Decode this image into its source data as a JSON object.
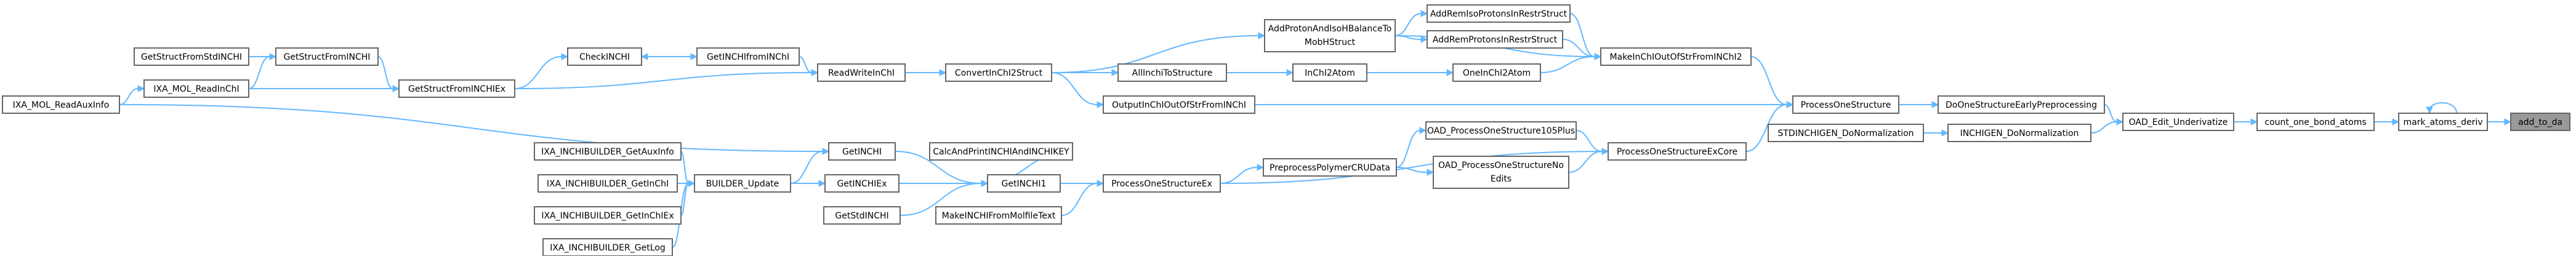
{
  "graph": {
    "nodes": [
      {
        "id": "add_to_da",
        "label": "add_to_da",
        "current": true
      },
      {
        "id": "mark_atoms_deriv",
        "label": "mark_atoms_deriv"
      },
      {
        "id": "count_one_bond_atoms",
        "label": "count_one_bond_atoms"
      },
      {
        "id": "OAD_Edit_Underivatize",
        "label": "OAD_Edit_Underivatize"
      },
      {
        "id": "DoOneStructureEarlyPreprocessing",
        "label": "DoOneStructureEarlyPreprocessing"
      },
      {
        "id": "INCHIGEN_DoNormalization",
        "label": "INCHIGEN_DoNormalization"
      },
      {
        "id": "STDINCHIGEN_DoNormalization",
        "label": "STDINCHIGEN_DoNormalization"
      },
      {
        "id": "ProcessOneStructure",
        "label": "ProcessOneStructure"
      },
      {
        "id": "ProcessOneStructureExCore",
        "label": "ProcessOneStructureExCore"
      },
      {
        "id": "MakeInChIOutOfStrFromINChI2",
        "label": "MakeInChIOutOfStrFromINChI2"
      },
      {
        "id": "OutputInChIOutOfStrFromINChI",
        "label": "OutputInChIOutOfStrFromINChI"
      },
      {
        "id": "AddRemIsoProtonsInRestrStruct",
        "label": "AddRemIsoProtonsInRestrStruct"
      },
      {
        "id": "AddRemProtonsInRestrStruct",
        "label": "AddRemProtonsInRestrStruct"
      },
      {
        "id": "OneInChI2Atom",
        "label": "OneInChI2Atom"
      },
      {
        "id": "AddProtonAndIsoHBalanceToMobHStruct",
        "label": "AddProtonAndIsoHBalanceTo MobHStruct"
      },
      {
        "id": "InChI2Atom",
        "label": "InChI2Atom"
      },
      {
        "id": "AllInchiToStructure",
        "label": "AllInchiToStructure"
      },
      {
        "id": "ConvertInChI2Struct",
        "label": "ConvertInChI2Struct"
      },
      {
        "id": "ReadWriteInChI",
        "label": "ReadWriteInChI"
      },
      {
        "id": "GetINCHIfromINChI",
        "label": "GetINCHIfromINChI"
      },
      {
        "id": "CheckINCHI",
        "label": "CheckINCHI"
      },
      {
        "id": "GetStructFromINCHIEx",
        "label": "GetStructFromINCHIEx"
      },
      {
        "id": "GetStructFromINCHI",
        "label": "GetStructFromINCHI"
      },
      {
        "id": "GetStructFromStdINCHI",
        "label": "GetStructFromStdINCHI"
      },
      {
        "id": "IXA_MOL_ReadInChI",
        "label": "IXA_MOL_ReadInChI"
      },
      {
        "id": "IXA_MOL_ReadAuxInfo",
        "label": "IXA_MOL_ReadAuxInfo"
      },
      {
        "id": "OAD_ProcessOneStructure105Plus",
        "label": "OAD_ProcessOneStructure105Plus"
      },
      {
        "id": "OAD_ProcessOneStructureNoEdits",
        "label": "OAD_ProcessOneStructureNo Edits"
      },
      {
        "id": "PreprocessPolymerCRUData",
        "label": "PreprocessPolymerCRUData"
      },
      {
        "id": "ProcessOneStructureEx",
        "label": "ProcessOneStructureEx"
      },
      {
        "id": "GetINCHI1",
        "label": "GetINCHI1"
      },
      {
        "id": "MakeINCHIFromMolfileText",
        "label": "MakeINCHIFromMolfileText"
      },
      {
        "id": "CalcAndPrintINCHIAndINCHIKEY",
        "label": "CalcAndPrintINCHIAndINCHIKEY"
      },
      {
        "id": "GetINCHI",
        "label": "GetINCHI"
      },
      {
        "id": "GetINCHIEx",
        "label": "GetINCHIEx"
      },
      {
        "id": "GetStdINCHI",
        "label": "GetStdINCHI"
      },
      {
        "id": "BUILDER_Update",
        "label": "BUILDER_Update"
      },
      {
        "id": "IXA_INCHIBUILDER_GetAuxInfo",
        "label": "IXA_INCHIBUILDER_GetAuxInfo"
      },
      {
        "id": "IXA_INCHIBUILDER_GetInChI",
        "label": "IXA_INCHIBUILDER_GetInChI"
      },
      {
        "id": "IXA_INCHIBUILDER_GetInChIEx",
        "label": "IXA_INCHIBUILDER_GetInChIEx"
      },
      {
        "id": "IXA_INCHIBUILDER_GetLog",
        "label": "IXA_INCHIBUILDER_GetLog"
      }
    ],
    "edges": [
      [
        "mark_atoms_deriv",
        "add_to_da"
      ],
      [
        "mark_atoms_deriv",
        "mark_atoms_deriv"
      ],
      [
        "count_one_bond_atoms",
        "mark_atoms_deriv"
      ],
      [
        "OAD_Edit_Underivatize",
        "count_one_bond_atoms"
      ],
      [
        "DoOneStructureEarlyPreprocessing",
        "OAD_Edit_Underivatize"
      ],
      [
        "INCHIGEN_DoNormalization",
        "OAD_Edit_Underivatize"
      ],
      [
        "STDINCHIGEN_DoNormalization",
        "INCHIGEN_DoNormalization"
      ],
      [
        "ProcessOneStructure",
        "DoOneStructureEarlyPreprocessing"
      ],
      [
        "ProcessOneStructureExCore",
        "ProcessOneStructure"
      ],
      [
        "MakeInChIOutOfStrFromINChI2",
        "ProcessOneStructure"
      ],
      [
        "OutputInChIOutOfStrFromINChI",
        "ProcessOneStructure"
      ],
      [
        "AddRemIsoProtonsInRestrStruct",
        "MakeInChIOutOfStrFromINChI2"
      ],
      [
        "AddRemProtonsInRestrStruct",
        "MakeInChIOutOfStrFromINChI2"
      ],
      [
        "OneInChI2Atom",
        "MakeInChIOutOfStrFromINChI2"
      ],
      [
        "AddProtonAndIsoHBalanceToMobHStruct",
        "MakeInChIOutOfStrFromINChI2"
      ],
      [
        "AddProtonAndIsoHBalanceToMobHStruct",
        "AddRemIsoProtonsInRestrStruct"
      ],
      [
        "AddProtonAndIsoHBalanceToMobHStruct",
        "AddRemProtonsInRestrStruct"
      ],
      [
        "InChI2Atom",
        "OneInChI2Atom"
      ],
      [
        "AllInchiToStructure",
        "InChI2Atom"
      ],
      [
        "ConvertInChI2Struct",
        "AllInchiToStructure"
      ],
      [
        "ConvertInChI2Struct",
        "AddProtonAndIsoHBalanceToMobHStruct"
      ],
      [
        "ConvertInChI2Struct",
        "OutputInChIOutOfStrFromINChI"
      ],
      [
        "ReadWriteInChI",
        "ConvertInChI2Struct"
      ],
      [
        "GetINCHIfromINChI",
        "ReadWriteInChI"
      ],
      [
        "CheckINCHI",
        "GetINCHIfromINChI"
      ],
      [
        "GetINCHIfromINChI",
        "CheckINCHI"
      ],
      [
        "GetStructFromINCHIEx",
        "ReadWriteInChI"
      ],
      [
        "GetStructFromINCHIEx",
        "CheckINCHI"
      ],
      [
        "GetStructFromINCHI",
        "GetStructFromINCHIEx"
      ],
      [
        "GetStructFromStdINCHI",
        "GetStructFromINCHI"
      ],
      [
        "IXA_MOL_ReadInChI",
        "GetStructFromINCHI"
      ],
      [
        "IXA_MOL_ReadInChI",
        "GetStructFromINCHIEx"
      ],
      [
        "IXA_MOL_ReadAuxInfo",
        "IXA_MOL_ReadInChI"
      ],
      [
        "IXA_MOL_ReadAuxInfo",
        "GetINCHI"
      ],
      [
        "OAD_ProcessOneStructure105Plus",
        "ProcessOneStructureExCore"
      ],
      [
        "OAD_ProcessOneStructureNoEdits",
        "ProcessOneStructureExCore"
      ],
      [
        "PreprocessPolymerCRUData",
        "OAD_ProcessOneStructure105Plus"
      ],
      [
        "PreprocessPolymerCRUData",
        "OAD_ProcessOneStructureNoEdits"
      ],
      [
        "ProcessOneStructureEx",
        "PreprocessPolymerCRUData"
      ],
      [
        "ProcessOneStructureEx",
        "ProcessOneStructureExCore"
      ],
      [
        "GetINCHI1",
        "ProcessOneStructureEx"
      ],
      [
        "MakeINCHIFromMolfileText",
        "ProcessOneStructureEx"
      ],
      [
        "CalcAndPrintINCHIAndINCHIKEY",
        "GetINCHI1"
      ],
      [
        "GetINCHI",
        "GetINCHI1"
      ],
      [
        "GetINCHIEx",
        "GetINCHI1"
      ],
      [
        "GetStdINCHI",
        "GetINCHI1"
      ],
      [
        "BUILDER_Update",
        "GetINCHI"
      ],
      [
        "BUILDER_Update",
        "GetINCHIEx"
      ],
      [
        "IXA_INCHIBUILDER_GetAuxInfo",
        "BUILDER_Update"
      ],
      [
        "IXA_INCHIBUILDER_GetInChI",
        "BUILDER_Update"
      ],
      [
        "IXA_INCHIBUILDER_GetInChIEx",
        "BUILDER_Update"
      ],
      [
        "IXA_INCHIBUILDER_GetLog",
        "BUILDER_Update"
      ]
    ]
  }
}
